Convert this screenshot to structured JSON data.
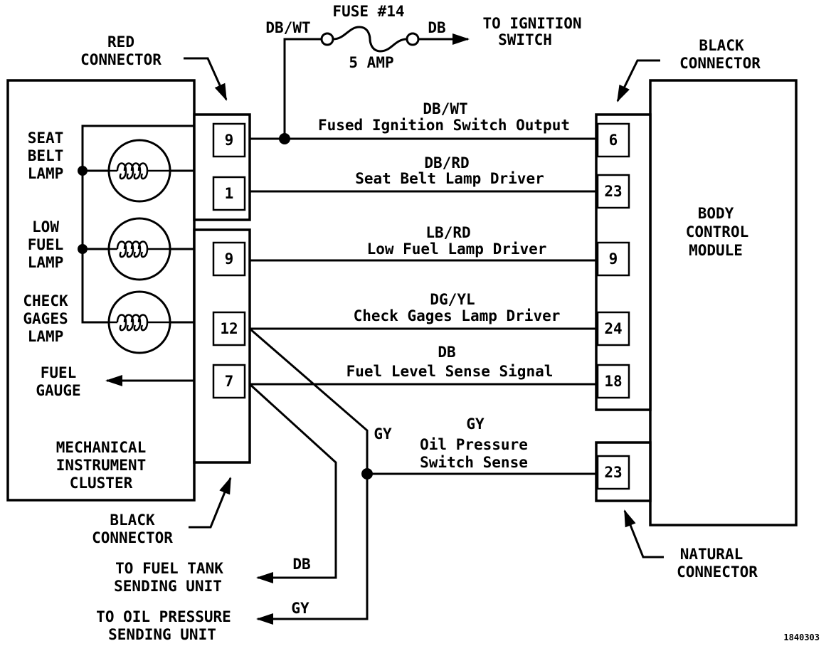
{
  "fuse": {
    "title": "FUSE #14",
    "rating": "5 AMP",
    "input_wire": "DB/WT",
    "output_wire": "DB",
    "destination_line1": "TO IGNITION",
    "destination_line2": "SWITCH"
  },
  "cluster": {
    "line1": "MECHANICAL",
    "line2": "INSTRUMENT",
    "line3": "CLUSTER",
    "lamps": [
      {
        "line1": "SEAT",
        "line2": "BELT",
        "line3": "LAMP"
      },
      {
        "line1": "LOW",
        "line2": "FUEL",
        "line3": "LAMP"
      },
      {
        "line1": "CHECK",
        "line2": "GAGES",
        "line3": "LAMP"
      }
    ],
    "fuel_gauge_line1": "FUEL",
    "fuel_gauge_line2": "GAUGE"
  },
  "connectors": {
    "red": {
      "line1": "RED",
      "line2": "CONNECTOR",
      "pins": [
        "9",
        "1"
      ]
    },
    "black_cluster": {
      "line1": "BLACK",
      "line2": "CONNECTOR",
      "pins": [
        "9",
        "12",
        "7"
      ]
    },
    "black_bcm": {
      "line1": "BLACK",
      "line2": "CONNECTOR",
      "pins": [
        "6",
        "23",
        "9",
        "24",
        "18"
      ]
    },
    "natural": {
      "line1": "NATURAL",
      "line2": "CONNECTOR",
      "pins": [
        "23"
      ]
    }
  },
  "module": {
    "line1": "BODY",
    "line2": "CONTROL",
    "line3": "MODULE"
  },
  "circuits": [
    {
      "color": "DB/WT",
      "name": "Fused Ignition Switch Output"
    },
    {
      "color": "DB/RD",
      "name": "Seat Belt Lamp Driver"
    },
    {
      "color": "LB/RD",
      "name": "Low Fuel Lamp Driver"
    },
    {
      "color": "DG/YL",
      "name": "Check Gages Lamp Driver"
    },
    {
      "color": "DB",
      "name": "Fuel Level Sense Signal"
    },
    {
      "color": "GY",
      "name_line1": "Oil Pressure",
      "name_line2": "Switch Sense"
    }
  ],
  "splice_gy": "GY",
  "fuel_tank": {
    "wire": "DB",
    "line1": "TO FUEL TANK",
    "line2": "SENDING UNIT"
  },
  "oil_pressure": {
    "wire": "GY",
    "line1": "TO OIL PRESSURE",
    "line2": "SENDING UNIT"
  },
  "figure_id": "1840303"
}
